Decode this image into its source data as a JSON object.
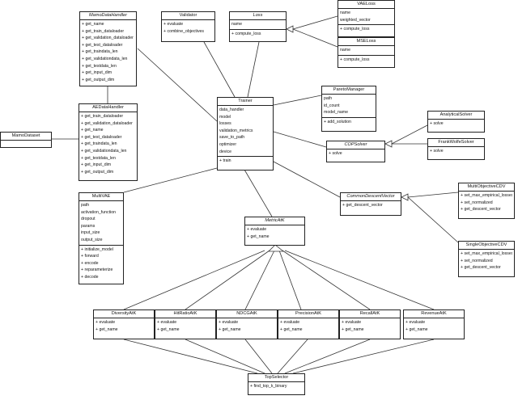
{
  "classes": [
    {
      "id": "mamo_data_handler",
      "name": "MamoDataHandler",
      "abstract": true,
      "attributes": [],
      "methods": [
        "+ get_name",
        "+ get_train_dataloader",
        "+ get_validation_dataloader",
        "+ get_test_dataloader",
        "+ get_traindata_len",
        "+ get_validationdata_len",
        "+ get_testdata_len",
        "+ get_input_dim",
        "+ get_output_dim"
      ]
    },
    {
      "id": "validator",
      "name": "Validator",
      "abstract": false,
      "attributes": [],
      "methods": [
        "+ evaluate",
        "+ combine_objectives"
      ]
    },
    {
      "id": "loss",
      "name": "Loss",
      "abstract": true,
      "attributes": [
        "name"
      ],
      "methods": [
        "+ compute_loss"
      ]
    },
    {
      "id": "vae_loss",
      "name": "VAELoss",
      "abstract": false,
      "attributes": [
        "name",
        "weighted_vector"
      ],
      "methods": [
        "+ compute_loss"
      ]
    },
    {
      "id": "mse_loss",
      "name": "MSELoss",
      "abstract": false,
      "attributes": [
        "name"
      ],
      "methods": [
        "+ compute_loss"
      ]
    },
    {
      "id": "pareto_manager",
      "name": "ParetoManager",
      "abstract": false,
      "attributes": [
        "path",
        "id_count",
        "model_name"
      ],
      "methods": [
        "+ add_solution"
      ]
    },
    {
      "id": "trainer",
      "name": "Trainer",
      "abstract": false,
      "attributes": [
        "data_handler",
        "model",
        "losses",
        "validation_metrics",
        "save_to_path",
        "optimizer",
        "device"
      ],
      "methods": [
        "+ train"
      ]
    },
    {
      "id": "analytical_solver",
      "name": "AnalyticalSolver",
      "abstract": false,
      "attributes": [],
      "methods": [
        "+ solve"
      ]
    },
    {
      "id": "frank_wolfe_solver",
      "name": "FrankWolfeSolver",
      "abstract": false,
      "attributes": [],
      "methods": [
        "+ solve"
      ]
    },
    {
      "id": "cop_solver",
      "name": "COPSolver",
      "abstract": true,
      "attributes": [],
      "methods": [
        "+ solve"
      ]
    },
    {
      "id": "ae_data_handler",
      "name": "AEDataHandler",
      "abstract": false,
      "attributes": [],
      "methods": [
        "+ get_train_dataloader",
        "+ get_validation_dataloader",
        "+ get_name",
        "+ get_test_dataloader",
        "+ get_traindata_len",
        "+ get_validationdata_len",
        "+ get_testdata_len",
        "+ get_input_dim",
        "+ get_output_dim"
      ]
    },
    {
      "id": "mamo_dataset",
      "name": "MamoDataset",
      "abstract": false,
      "attributes": [],
      "methods": []
    },
    {
      "id": "multi_vae",
      "name": "MultiVAE",
      "abstract": false,
      "attributes": [
        "path",
        "activation_function",
        "dropout",
        "params",
        "input_size",
        "output_size"
      ],
      "methods": [
        "+ initialize_model",
        "+ forward",
        "+ encode",
        "+ reparameterize",
        "+ decode"
      ]
    },
    {
      "id": "common_descent_vector",
      "name": "CommonDescentVector",
      "abstract": true,
      "attributes": [],
      "methods": [
        "+ get_descent_vector"
      ]
    },
    {
      "id": "multi_objective_cdv",
      "name": "MultiObjectiveCDV",
      "abstract": false,
      "attributes": [],
      "methods": [
        "+ set_max_empirical_losses",
        "+ set_normalized",
        "+ get_descent_vector"
      ]
    },
    {
      "id": "metric_atk",
      "name": "MetricAtK",
      "abstract": true,
      "attributes": [],
      "methods": [
        "+ evaluate",
        "+ get_name"
      ]
    },
    {
      "id": "single_objective_cdv",
      "name": "SingleObjectiveCDV",
      "abstract": false,
      "attributes": [],
      "methods": [
        "+ set_max_empirical_losses",
        "+ set_normalized",
        "+ get_descent_vector"
      ]
    },
    {
      "id": "diversity_atk",
      "name": "DiversityAtK",
      "abstract": false,
      "attributes": [],
      "methods": [
        "+ evaluate",
        "+ get_name"
      ]
    },
    {
      "id": "hit_ratio_atk",
      "name": "HitRatioAtK",
      "abstract": false,
      "attributes": [],
      "methods": [
        "+ evaluate",
        "+ get_name"
      ]
    },
    {
      "id": "ndcg_atk",
      "name": "NDCGAtK",
      "abstract": false,
      "attributes": [],
      "methods": [
        "+ evaluate",
        "+ get_name"
      ]
    },
    {
      "id": "precision_atk",
      "name": "PrecisionAtK",
      "abstract": false,
      "attributes": [],
      "methods": [
        "+ evaluate",
        "+ get_name"
      ]
    },
    {
      "id": "recall_atk",
      "name": "RecallAtK",
      "abstract": false,
      "attributes": [],
      "methods": [
        "+ evaluate",
        "+ get_name"
      ]
    },
    {
      "id": "revenue_atk",
      "name": "RevenueAtK",
      "abstract": false,
      "attributes": [],
      "methods": [
        "+ evaluate",
        "+ get_name"
      ]
    },
    {
      "id": "top_selector",
      "name": "TopSelector",
      "abstract": false,
      "attributes": [],
      "methods": [
        "+ find_top_k_binary"
      ]
    }
  ]
}
